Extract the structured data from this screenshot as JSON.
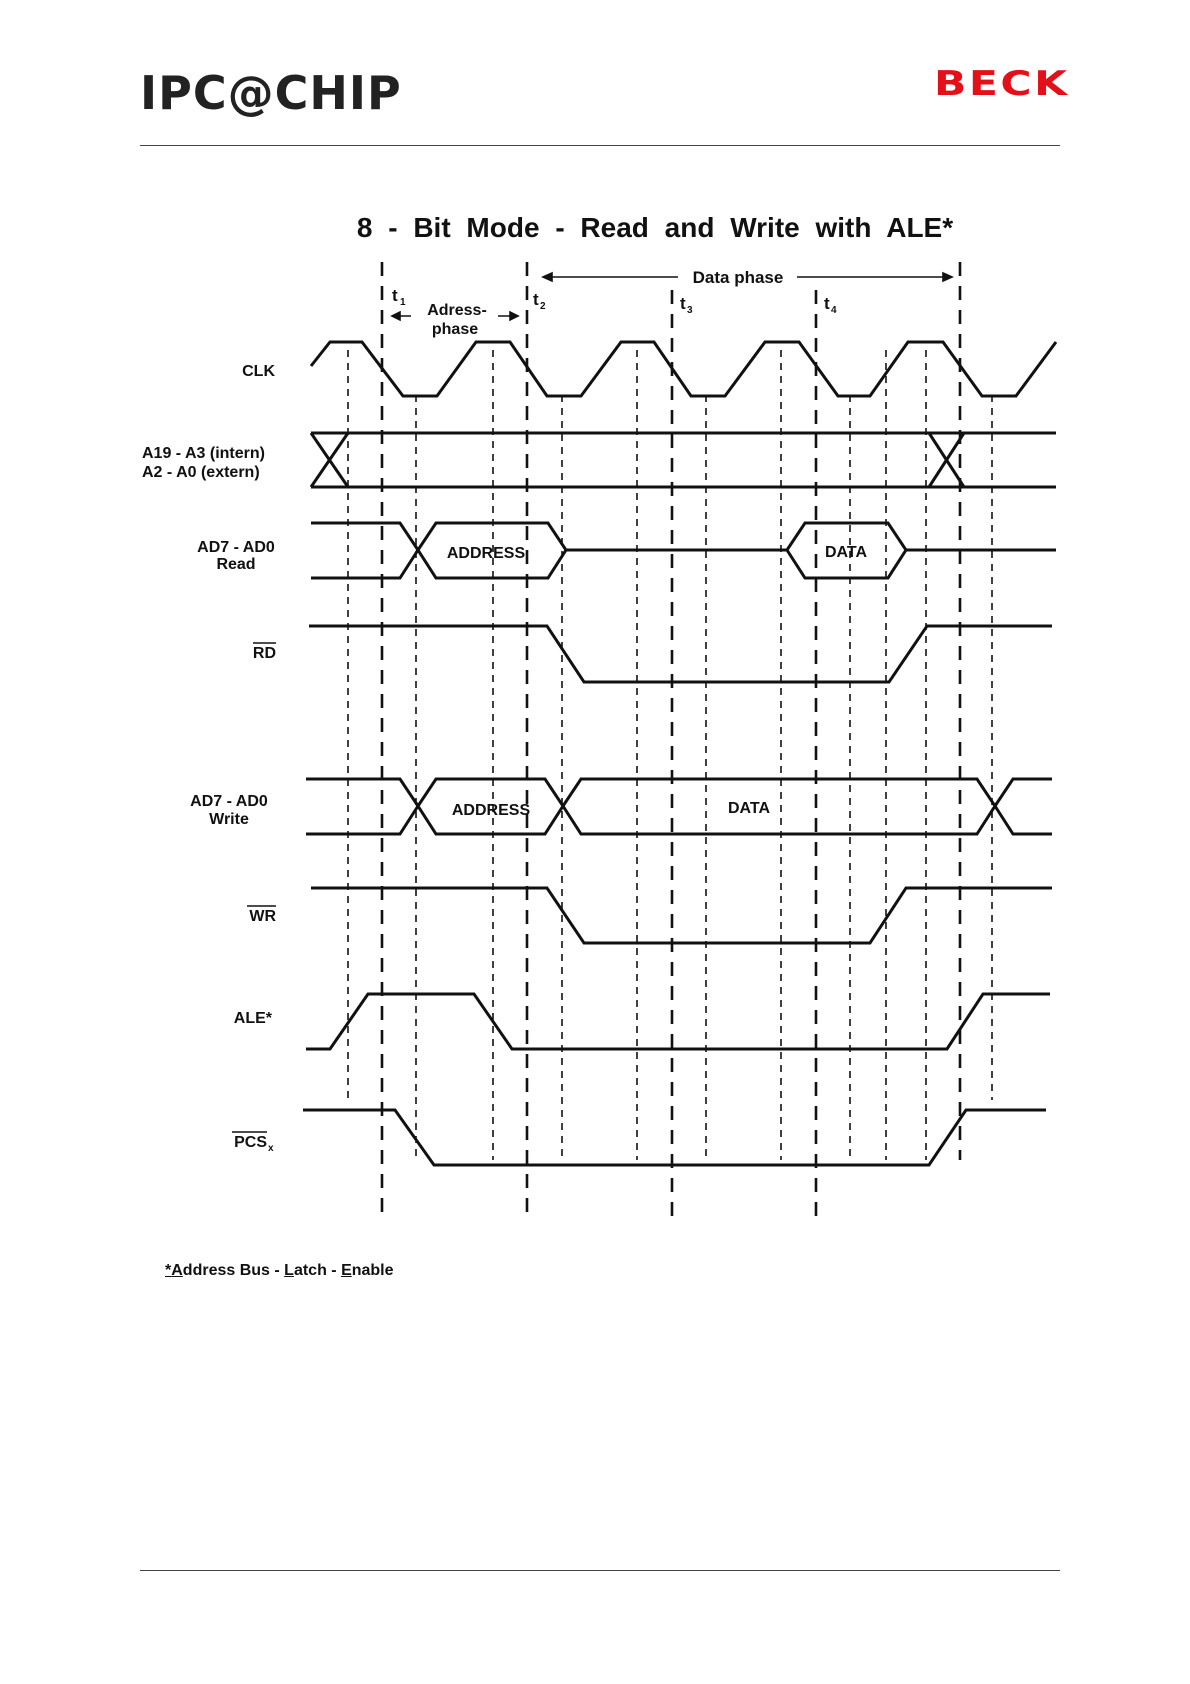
{
  "header": {
    "logo_left": "IPC@CHIP",
    "logo_right": "BECK"
  },
  "diagram": {
    "title": "8 - Bit Mode - Read and Write with ALE*",
    "phases": {
      "t1": "t",
      "t1_sub": "1",
      "t2": "t",
      "t2_sub": "2",
      "t3": "t",
      "t3_sub": "3",
      "t4": "t",
      "t4_sub": "4",
      "address_phase_line1": "Adress-",
      "address_phase_line2": "phase",
      "data_phase": "Data phase"
    },
    "signals": {
      "clk": "CLK",
      "addr_line1": "A19 - A3 (intern)",
      "addr_line2": "A2 - A0 (extern)",
      "ad_read_line1": "AD7 - AD0",
      "ad_read_line2": "Read",
      "rd": "RD",
      "ad_write_line1": "AD7 - AD0",
      "ad_write_line2": "Write",
      "wr": "WR",
      "ale": "ALE*",
      "pcs": "PCS",
      "pcs_sub": "x"
    },
    "bus_labels": {
      "read_address": "ADDRESS",
      "read_data": "DATA",
      "write_address": "ADDRESS",
      "write_data": "DATA"
    }
  },
  "footnote": {
    "star": "*",
    "a": "A",
    "ddress": "ddress  Bus - ",
    "l": "L",
    "atch": "atch - ",
    "e": "E",
    "nable": "nable"
  }
}
